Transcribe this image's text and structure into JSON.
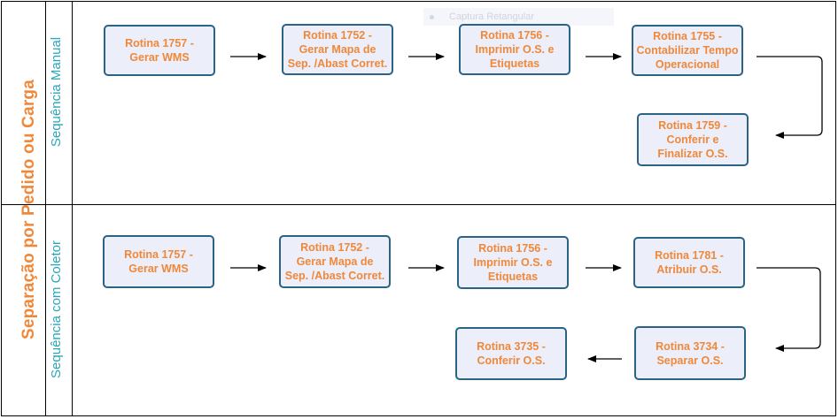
{
  "pool": {
    "title": "Separação por Pedido ou Carga"
  },
  "lanes": [
    {
      "title": "Sequência Manual"
    },
    {
      "title": "Sequência com Coletor"
    }
  ],
  "ghost_tooltip": {
    "label": "Captura Retangular"
  },
  "manual_steps": [
    "Rotina 1757 -\nGerar WMS",
    "Rotina 1752 -\nGerar Mapa de\nSep. /Abast Corret.",
    "Rotina 1756 -\nImprimir O.S. e\nEtiquetas",
    "Rotina 1755 -\nContabilizar Tempo\nOperacional",
    "Rotina 1759 -\nConferir e\nFinalizar O.S."
  ],
  "collector_steps": [
    "Rotina 1757 -\nGerar WMS",
    "Rotina 1752 -\nGerar Mapa de\nSep. /Abast Corret.",
    "Rotina 1756 -\nImprimir O.S. e\nEtiquetas",
    "Rotina 1781 -\nAtribuir O.S.",
    "Rotina 3734 -\nSeparar O.S.",
    "Rotina 3735 -\nConferir O.S."
  ],
  "colors": {
    "box_fill": "#eceef9",
    "box_border": "#2a6384",
    "step_text": "#f0883a",
    "lane_title": "#2aa6b8",
    "pool_title": "#f0883a"
  }
}
